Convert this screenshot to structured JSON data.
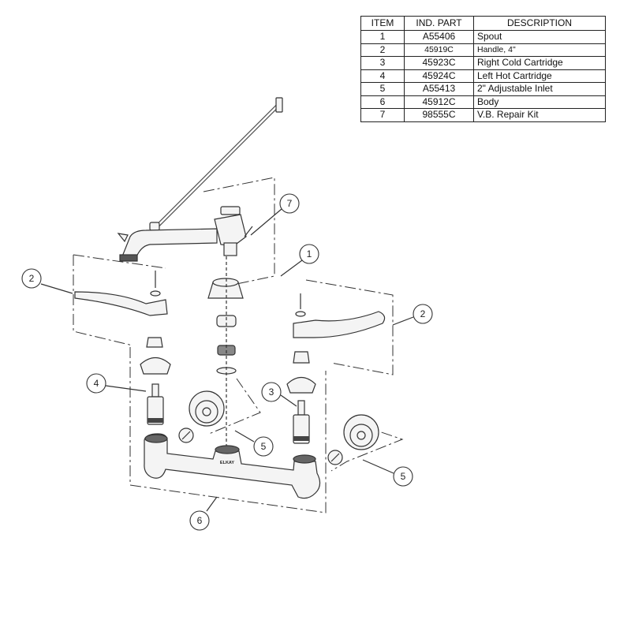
{
  "table": {
    "headers": [
      "ITEM",
      "IND. PART",
      "DESCRIPTION"
    ],
    "rows": [
      {
        "item": "1",
        "part": "A55406",
        "description": "Spout"
      },
      {
        "item": "2",
        "part": "45919C",
        "description": "Handle, 4\""
      },
      {
        "item": "3",
        "part": "45923C",
        "description": "Right Cold Cartridge"
      },
      {
        "item": "4",
        "part": "45924C",
        "description": "Left Hot Cartridge"
      },
      {
        "item": "5",
        "part": "A55413",
        "description": "2\" Adjustable Inlet"
      },
      {
        "item": "6",
        "part": "45912C",
        "description": "Body"
      },
      {
        "item": "7",
        "part": "98555C",
        "description": "V.B. Repair Kit"
      }
    ]
  },
  "diagram": {
    "body_brand": "ELKAY",
    "callouts": [
      "7",
      "1",
      "2",
      "2",
      "4",
      "3",
      "5",
      "5",
      "6"
    ]
  }
}
